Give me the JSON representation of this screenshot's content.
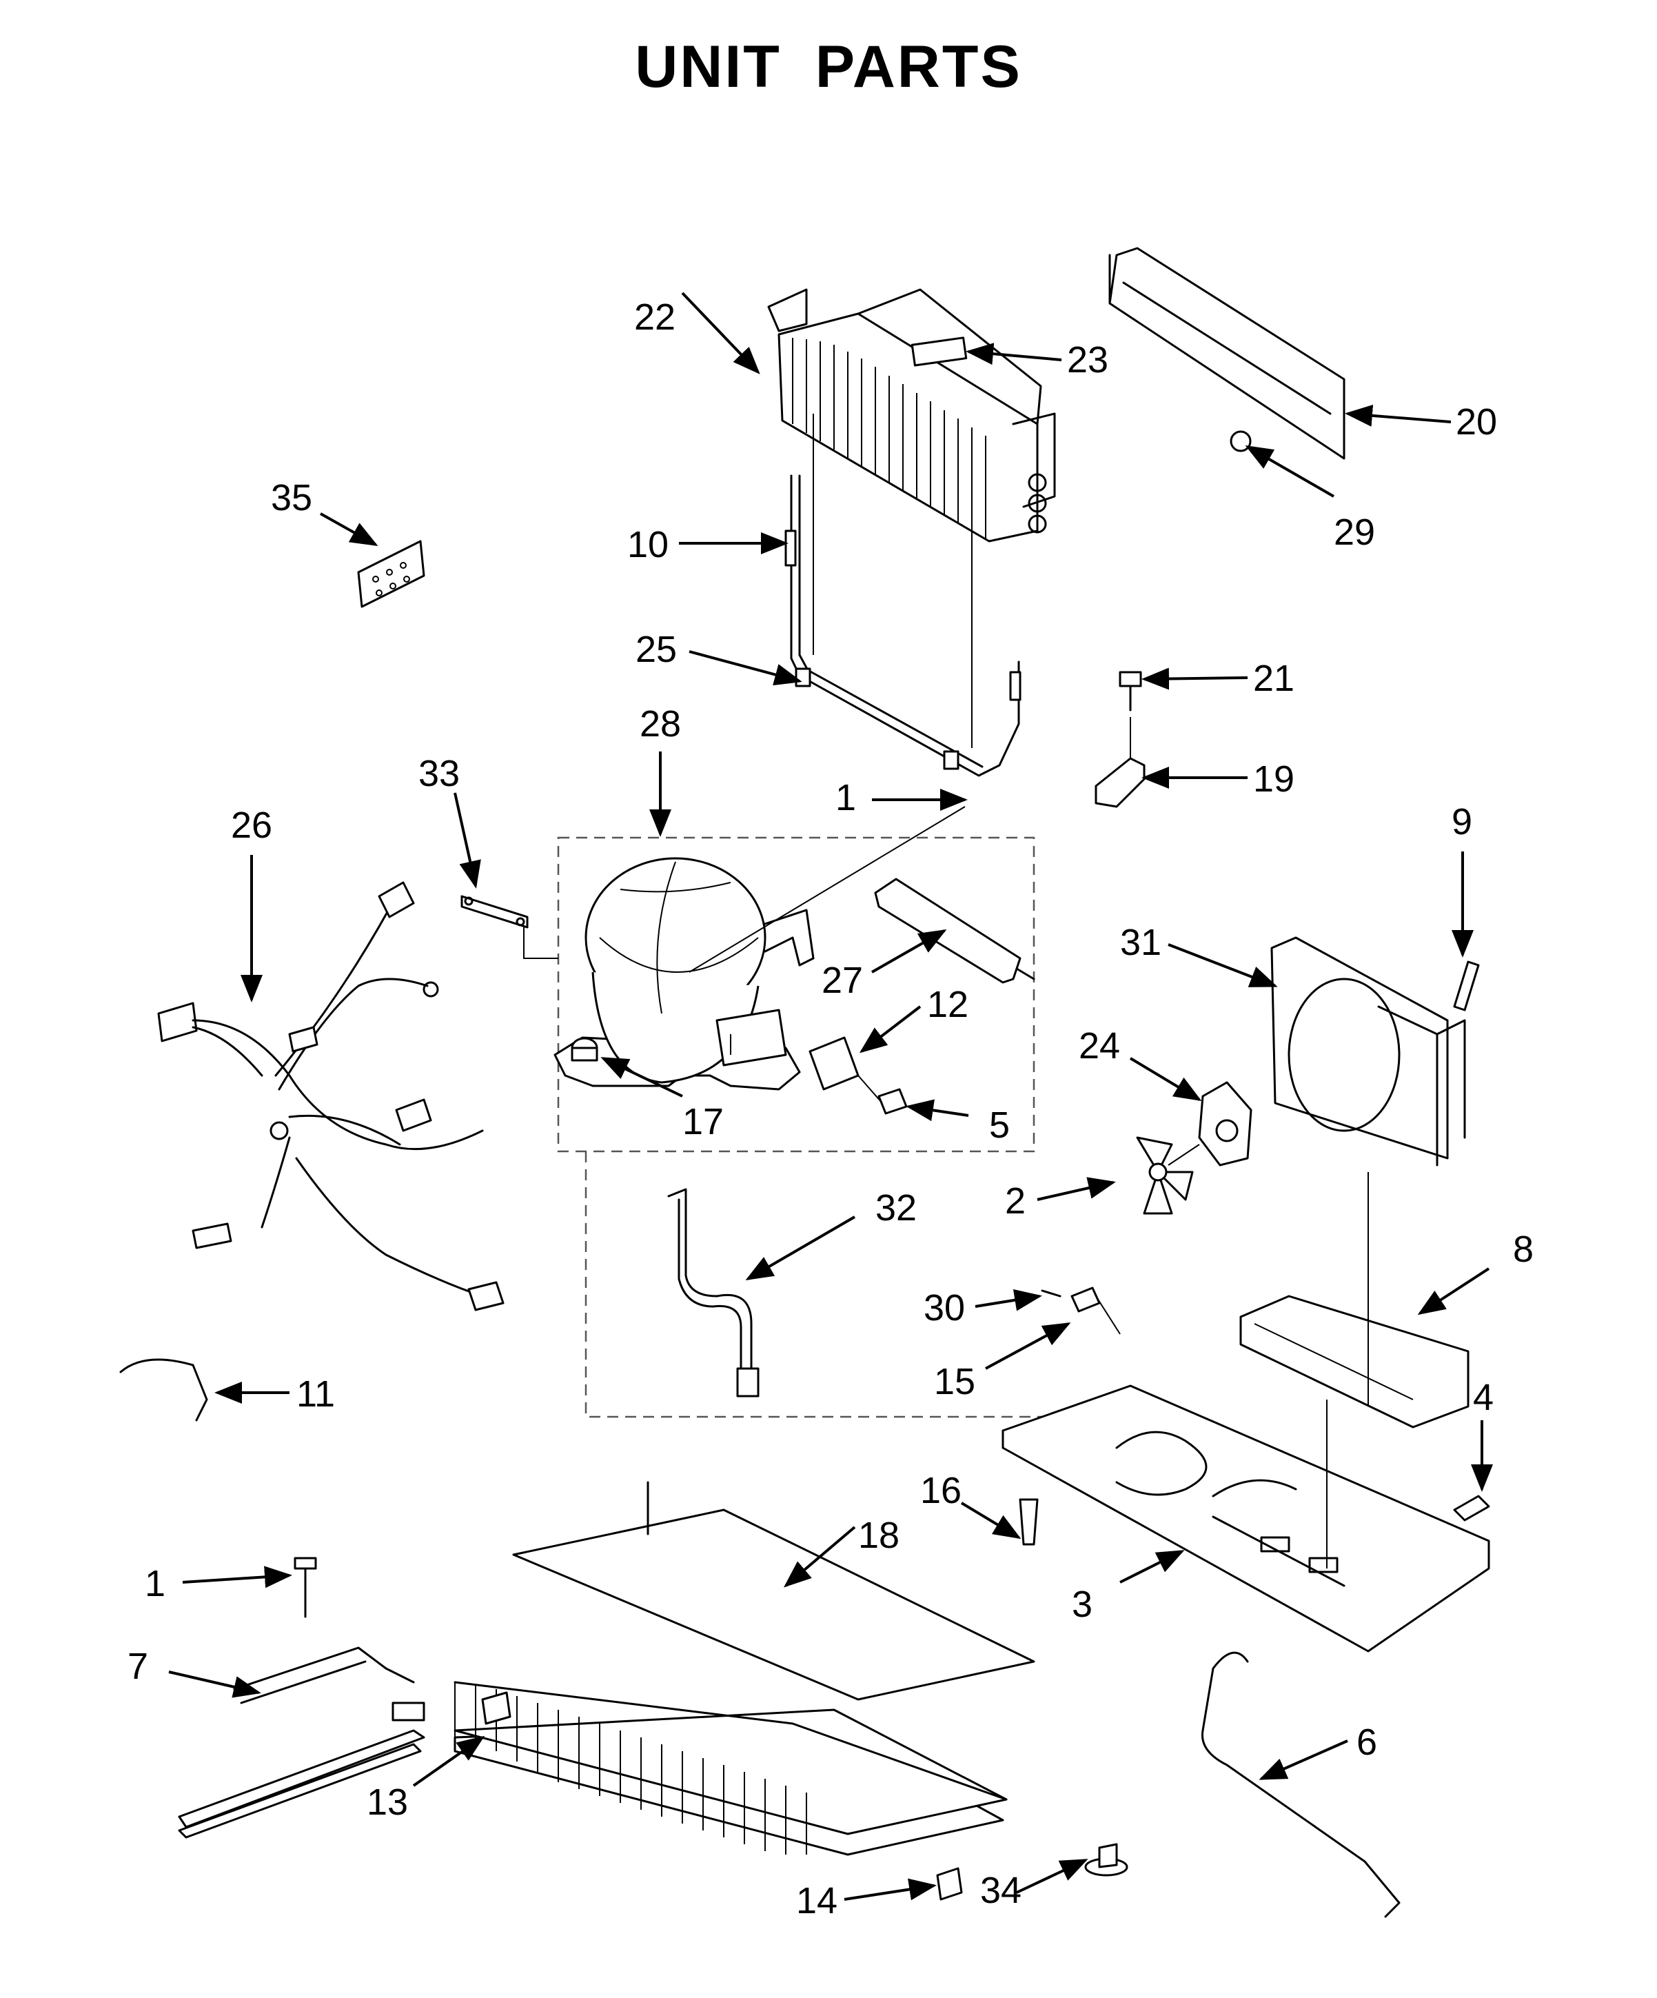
{
  "title": "UNIT PARTS",
  "callouts": [
    "22",
    "23",
    "20",
    "29",
    "35",
    "10",
    "25",
    "21",
    "19",
    "28",
    "33",
    "1",
    "26",
    "9",
    "31",
    "27",
    "12",
    "24",
    "17",
    "5",
    "2",
    "32",
    "8",
    "30",
    "15",
    "11",
    "4",
    "16",
    "18",
    "1",
    "3",
    "7",
    "6",
    "13",
    "14",
    "34"
  ]
}
